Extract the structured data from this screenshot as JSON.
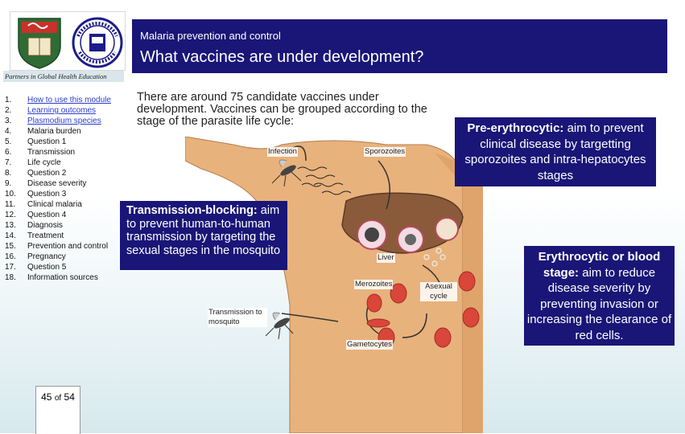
{
  "header": {
    "subtitle": "Malaria prevention and control",
    "title": "What vaccines are under development?"
  },
  "partners": "Partners in Global Health Education",
  "logos": {
    "college_seal_text": "COLLEGE OF MEDICINE · UNIVERSITY OF MALAWI"
  },
  "sidebar": {
    "items": [
      {
        "num": "1.",
        "label": "How to use this module",
        "link": true
      },
      {
        "num": "2.",
        "label": "Learning outcomes",
        "link": true
      },
      {
        "num": "3.",
        "label": "Plasmodium species",
        "link": true
      },
      {
        "num": "4.",
        "label": "Malaria burden",
        "link": false
      },
      {
        "num": "5.",
        "label": "Question 1",
        "link": false
      },
      {
        "num": "6.",
        "label": "Transmission",
        "link": false
      },
      {
        "num": "7.",
        "label": "Life cycle",
        "link": false
      },
      {
        "num": "8.",
        "label": "Question 2",
        "link": false
      },
      {
        "num": "9.",
        "label": "Disease severity",
        "link": false
      },
      {
        "num": "10.",
        "label": "Question 3",
        "link": false
      },
      {
        "num": "11.",
        "label": "Clinical malaria",
        "link": false
      },
      {
        "num": "12.",
        "label": "Question 4",
        "link": false
      },
      {
        "num": "13.",
        "label": "Diagnosis",
        "link": false
      },
      {
        "num": "14.",
        "label": "Treatment",
        "link": false
      },
      {
        "num": "15.",
        "label": "Prevention and control",
        "link": false
      },
      {
        "num": "16.",
        "label": "Pregnancy",
        "link": false
      },
      {
        "num": "17.",
        "label": "Question 5",
        "link": false
      },
      {
        "num": "18.",
        "label": "Information sources",
        "link": false
      }
    ]
  },
  "page": {
    "current": "45",
    "of": "of",
    "total": "54"
  },
  "intro": "There are around 75 candidate vaccines under development. Vaccines can be grouped according to the stage of the parasite life cycle:",
  "callouts": {
    "pre_erythrocytic": {
      "title": "Pre-erythrocytic:",
      "text": "aim to prevent clinical disease by targetting sporozoites and intra-hepatocytes stages"
    },
    "erythrocytic": {
      "title": "Erythrocytic or blood stage:",
      "text": "aim to reduce disease severity by preventing invasion or increasing the clearance of red cells."
    },
    "transmission": {
      "title": "Transmission-blocking:",
      "text": "aim to prevent human-to-human transmission by targeting the sexual stages in the mosquito"
    }
  },
  "diagram": {
    "infection": "Infection",
    "sporozoites": "Sporozoites",
    "liver": "Liver",
    "merozoites": "Merozoites",
    "asexual_cycle": "Asexual cycle",
    "transmission_to_mosquito": "Transmission to mosquito",
    "gametocytes": "Gametocytes"
  },
  "colors": {
    "banner": "#1a1677",
    "link": "#2b3dcc",
    "skin": "#e8b27c",
    "liver": "#8a5a3a",
    "rbc": "#d9463a"
  }
}
